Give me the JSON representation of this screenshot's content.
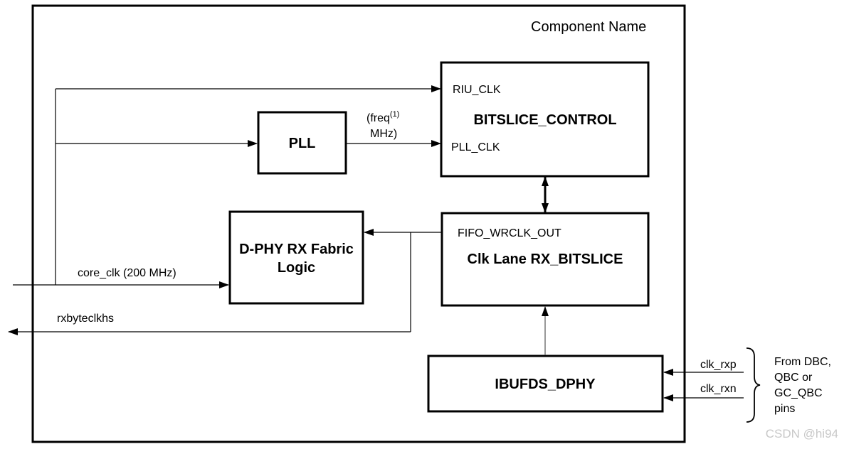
{
  "component_name": "Component Name",
  "blocks": {
    "bitslice_control": {
      "name": "BITSLICE_CONTROL",
      "ports": {
        "riu_clk": "RIU_CLK",
        "pll_clk": "PLL_CLK"
      }
    },
    "pll": {
      "name": "PLL"
    },
    "dphy_fabric": {
      "line1": "D-PHY RX Fabric",
      "line2": "Logic"
    },
    "clk_lane": {
      "name": "Clk Lane RX_BITSLICE",
      "ports": {
        "fifo_wrclk_out": "FIFO_WRCLK_OUT"
      }
    },
    "ibufds": {
      "name": "IBUFDS_DPHY"
    }
  },
  "signals": {
    "freq_line1": "(freq",
    "freq_sup": "(1)",
    "freq_line2": "MHz)",
    "core_clk": "core_clk (200 MHz)",
    "rxbyteclkhs": "rxbyteclkhs",
    "clk_rxp": "clk_rxp",
    "clk_rxn": "clk_rxn"
  },
  "pin_note": [
    "From DBC,",
    "QBC or",
    "GC_QBC",
    "pins"
  ],
  "watermark": "CSDN @hi94"
}
